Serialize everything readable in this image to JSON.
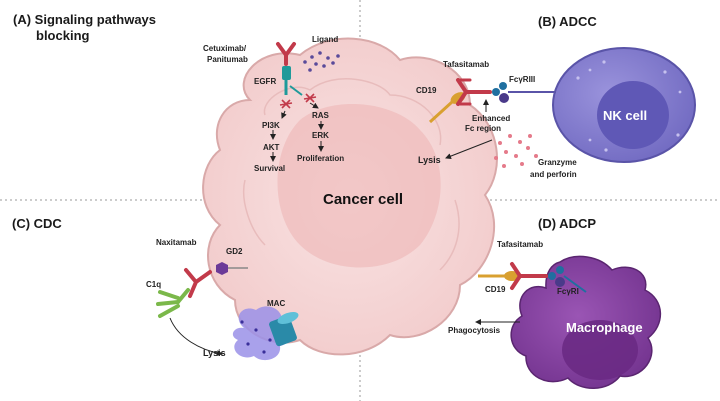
{
  "panels": {
    "a_title_1": "(A) Signaling pathways",
    "a_title_2": "blocking",
    "b_title": "(B) ADCC",
    "c_title": "(C) CDC",
    "d_title": "(D) ADCP"
  },
  "cancer_cell": "Cancer cell",
  "panel_a": {
    "antibody_1": "Cetuximab/",
    "antibody_2": "Panitumab",
    "ligand": "Ligand",
    "receptor": "EGFR",
    "pi3k": "PI3K",
    "akt": "AKT",
    "survival": "Survival",
    "ras": "RAS",
    "erk": "ERK",
    "proliferation": "Proliferation"
  },
  "panel_b": {
    "antibody": "Tafasitamab",
    "target": "CD19",
    "receptor": "FcγRIII",
    "enhanced_1": "Enhanced",
    "enhanced_2": "Fc region",
    "effector": "NK cell",
    "granzyme_1": "Granzyme",
    "granzyme_2": "and perforin",
    "lysis": "Lysis"
  },
  "panel_c": {
    "antibody": "Naxitamab",
    "target": "GD2",
    "complement": "C1q",
    "mac": "MAC",
    "lysis": "Lysis"
  },
  "panel_d": {
    "antibody": "Tafasitamab",
    "target": "CD19",
    "receptor": "FcγRI",
    "effector": "Macrophage",
    "process": "Phagocytosis"
  },
  "colors": {
    "cancer_cell": "#f6d6d6",
    "nucleus": "#eeb8b8",
    "nk_cell": "#7b74c9",
    "macrophage": "#7c3c96",
    "antibody": "#c23a4a",
    "egfr": "#1f9a9a",
    "cd19": "#d9a030",
    "c1q": "#7bb84a",
    "mac": "#2a8aa8"
  }
}
